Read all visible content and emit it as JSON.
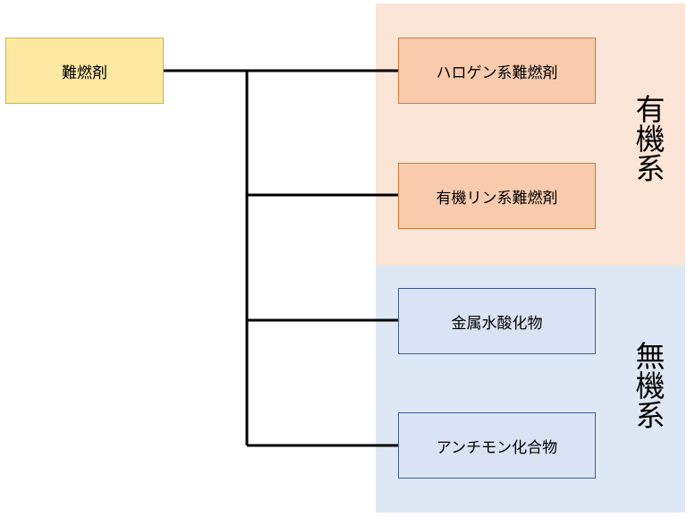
{
  "root": {
    "label": "難燃剤"
  },
  "groups": {
    "organic": {
      "label": "有機系",
      "color": "#fbe5d6",
      "items": [
        {
          "label": "ハロゲン系難燃剤"
        },
        {
          "label": "有機リン系難燃剤"
        }
      ]
    },
    "inorganic": {
      "label": "無機系",
      "color": "#dde8f4",
      "items": [
        {
          "label": "金属水酸化物"
        },
        {
          "label": "アンチモン化合物"
        }
      ]
    }
  },
  "colors": {
    "root_fill": "#fde9a1",
    "organic_box_fill": "#f8cbad",
    "inorganic_box_fill": "#dae3f3",
    "connector": "#000000"
  }
}
